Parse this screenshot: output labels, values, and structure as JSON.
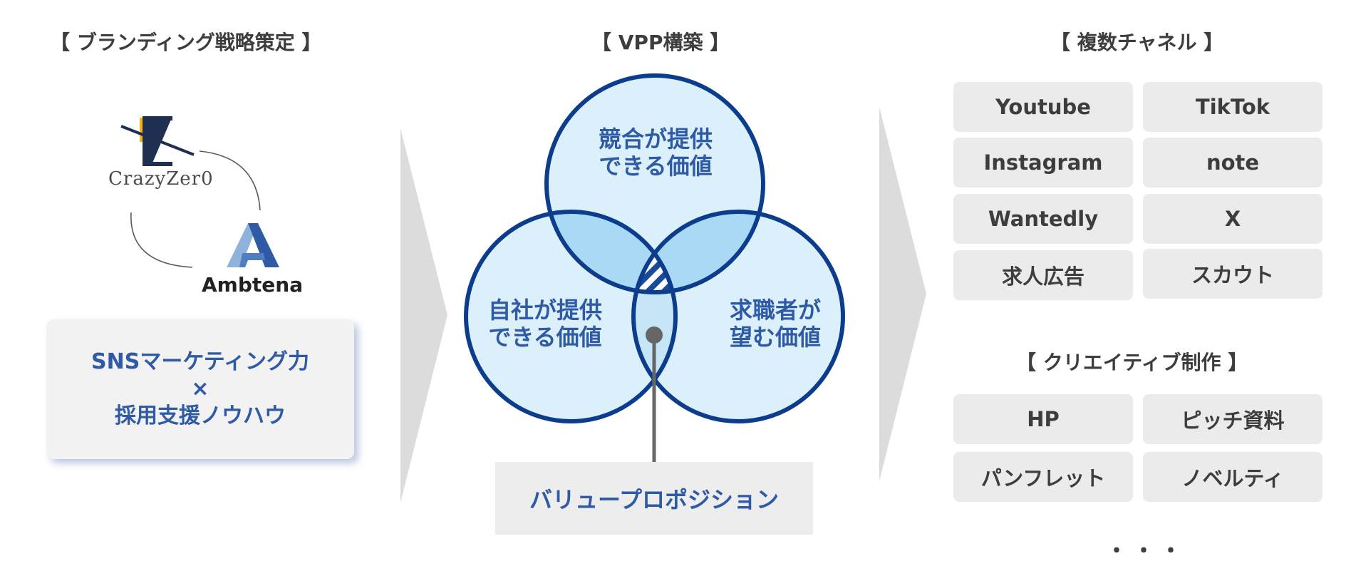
{
  "left": {
    "title": "【 ブランディング戦略策定 】",
    "logo1_text": "CrazyZer0",
    "logo2_text": "Ambtena",
    "box_line1": "SNSマーケティング力",
    "box_line2": "×",
    "box_line3": "採用支援ノウハウ"
  },
  "center": {
    "title": "【 VPP構築 】",
    "top_circle": [
      "競合が提供",
      "できる価値"
    ],
    "left_circle": [
      "自社が提供",
      "できる価値"
    ],
    "right_circle": [
      "求職者が",
      "望む価値"
    ],
    "bottom_box": "バリュープロポジション"
  },
  "right": {
    "channels_title": "【 複数チャネル 】",
    "channels": [
      "Youtube",
      "TikTok",
      "Instagram",
      "note",
      "Wantedly",
      "X",
      "求人広告",
      "スカウト"
    ],
    "creative_title": "【 クリエイティブ制作 】",
    "creatives": [
      "HP",
      "ピッチ資料",
      "パンフレット",
      "ノベルティ"
    ],
    "more": "・・・"
  },
  "colors": {
    "accent": "#2f5aa6",
    "circle_fill": "#dcf0fb",
    "circle_stroke": "#0b3d8c",
    "chip_bg": "#ebebeb",
    "arrow": "#dcdcdc"
  },
  "icons": {
    "crazyzero_logo": "crazyzero-logo-icon",
    "ambtena_logo": "ambtena-logo-icon"
  }
}
